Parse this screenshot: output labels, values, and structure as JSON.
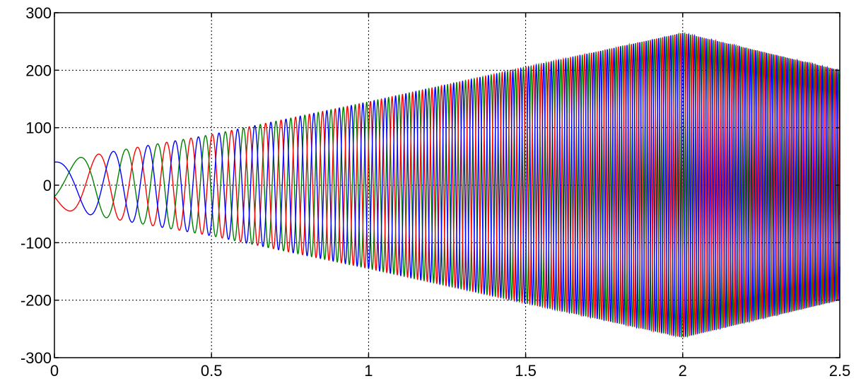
{
  "chart_data": {
    "type": "line",
    "title": "",
    "xlabel": "",
    "ylabel": "",
    "xlim": [
      0,
      2.5
    ],
    "ylim": [
      -300,
      300
    ],
    "grid": true,
    "x_ticks": [
      0,
      0.5,
      1,
      1.5,
      2,
      2.5
    ],
    "x_tick_labels": [
      "0",
      "0.5",
      "1",
      "1.5",
      "2",
      "2.5"
    ],
    "y_ticks": [
      300,
      200,
      100,
      0,
      -100,
      -200,
      -300
    ],
    "y_tick_labels": [
      "300",
      "200",
      "100",
      "0",
      "-100",
      "-200",
      "-300"
    ],
    "series_model": "three-phase sinusoid, frequency ramps linearly, amplitude envelope follows key points",
    "frequency_ramp_hz": {
      "start": 3,
      "slope_per_s": 25
    },
    "phase_offsets_deg": [
      0,
      -120,
      120
    ],
    "envelope_points": {
      "x": [
        0,
        0.2,
        0.5,
        1.0,
        1.5,
        2.0,
        2.5
      ],
      "y": [
        40,
        60,
        88,
        145,
        205,
        265,
        200
      ]
    },
    "series": [
      {
        "color": "#0000ff",
        "phase_deg": 0
      },
      {
        "color": "#008000",
        "phase_deg": -120
      },
      {
        "color": "#ff0000",
        "phase_deg": 120
      }
    ]
  }
}
